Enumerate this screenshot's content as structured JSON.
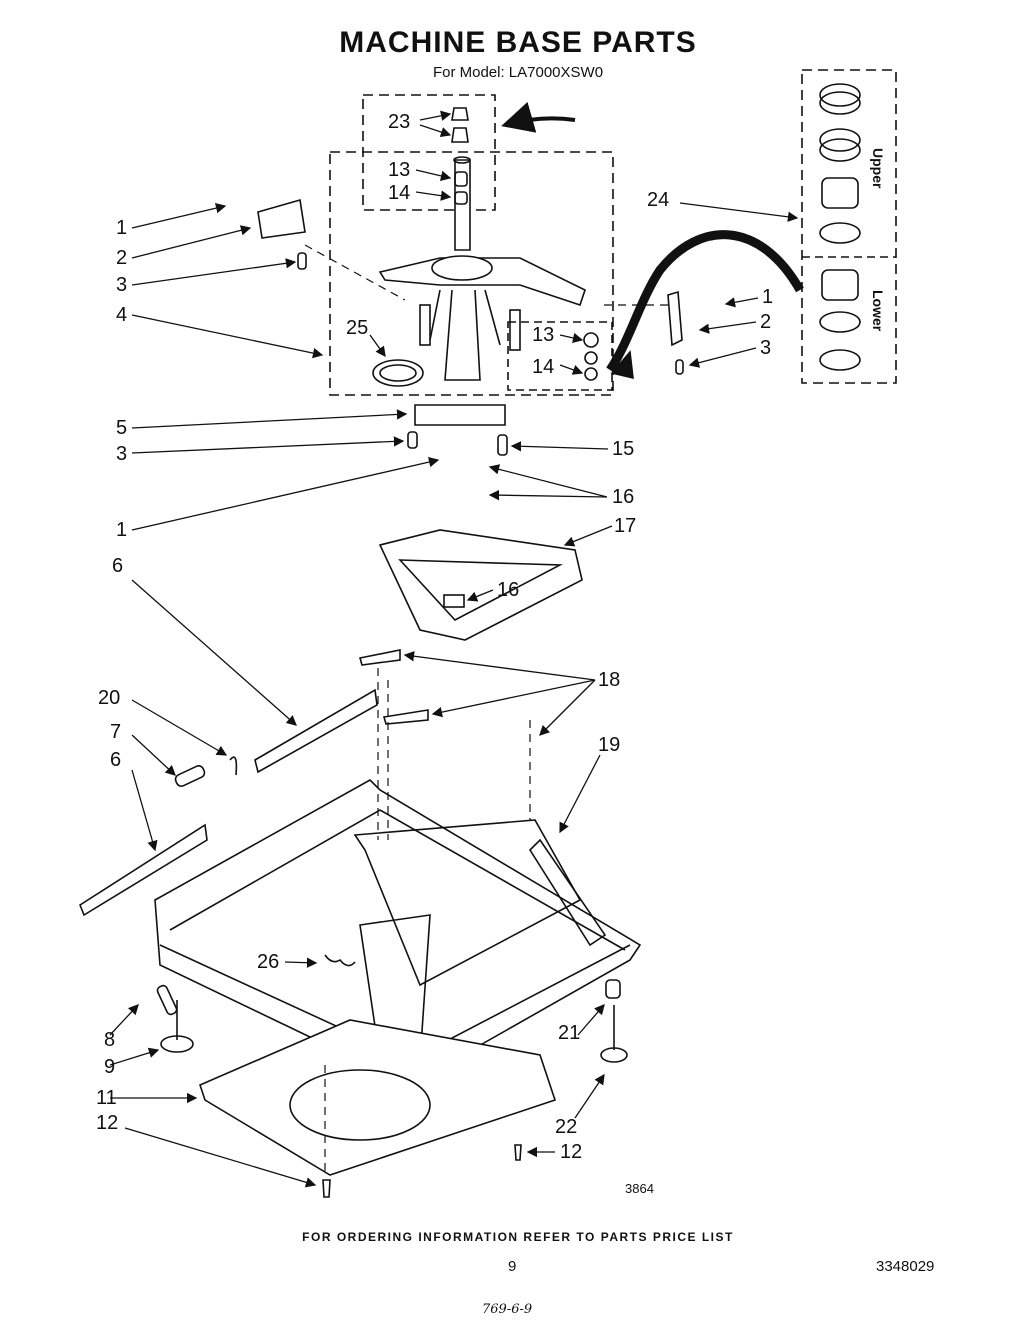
{
  "title": "MACHINE BASE PARTS",
  "subtitle": "For Model: LA7000XSW0",
  "callouts": {
    "c1a": "1",
    "c2a": "2",
    "c3a": "3",
    "c4": "4",
    "c25": "25",
    "c23": "23",
    "c13a": "13",
    "c14a": "14",
    "c13b": "13",
    "c14b": "14",
    "c24": "24",
    "c1b": "1",
    "c2b": "2",
    "c3b": "3",
    "c5": "5",
    "c3c": "3",
    "c15": "15",
    "c16a": "16",
    "c1c": "1",
    "c17": "17",
    "c6a": "6",
    "c16b": "16",
    "c18": "18",
    "c20": "20",
    "c7": "7",
    "c6b": "6",
    "c19": "19",
    "c26": "26",
    "c8": "8",
    "c9": "9",
    "c21": "21",
    "c11": "11",
    "c12a": "12",
    "c22": "22",
    "c12b": "12"
  },
  "side_labels": {
    "upper": "Upper",
    "lower": "Lower"
  },
  "drawing_number": "3864",
  "footer": "FOR ORDERING INFORMATION REFER TO PARTS PRICE LIST",
  "page_number": "9",
  "document_number": "3348029",
  "handwritten_note": "769-6-9",
  "colors": {
    "ink": "#111111",
    "paper": "#ffffff"
  }
}
